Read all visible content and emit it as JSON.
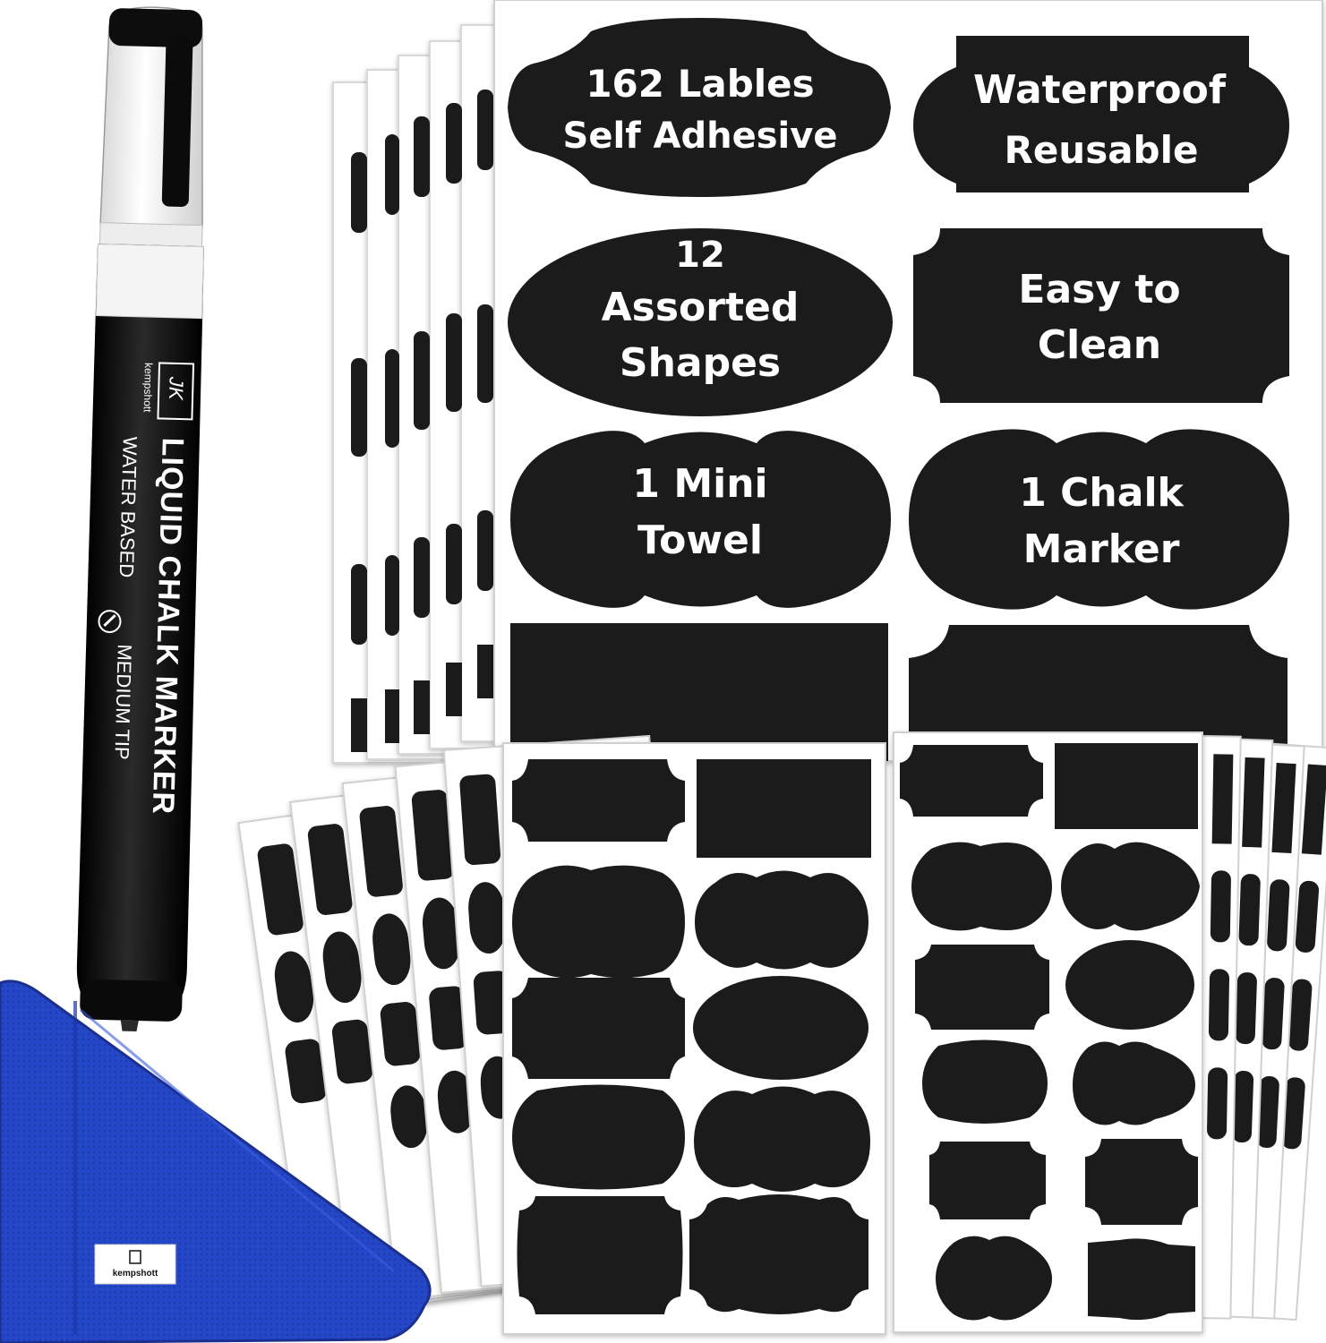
{
  "main_sheet": {
    "labels": [
      {
        "line1": "162 Lables",
        "line2": "Self Adhesive"
      },
      {
        "line1": "Waterproof",
        "line2": "Reusable"
      },
      {
        "line1": "12",
        "line2": "Assorted",
        "line3": "Shapes"
      },
      {
        "line1": "Easy to",
        "line2": "Clean"
      },
      {
        "line1": "1 Mini",
        "line2": "Towel"
      },
      {
        "line1": "1 Chalk",
        "line2": "Marker"
      }
    ]
  },
  "marker": {
    "brand": "kempshott",
    "logo_letters": "JK",
    "title": "LIQUID CHALK MARKER",
    "base": "WATER BASED",
    "tip": "MEDIUM TIP"
  },
  "towel": {
    "brand": "kempshott",
    "color": "#2447c8"
  },
  "colors": {
    "chalkboard": "#1b1b1b",
    "sheet": "#ffffff",
    "chalk_text": "#ffffff"
  }
}
